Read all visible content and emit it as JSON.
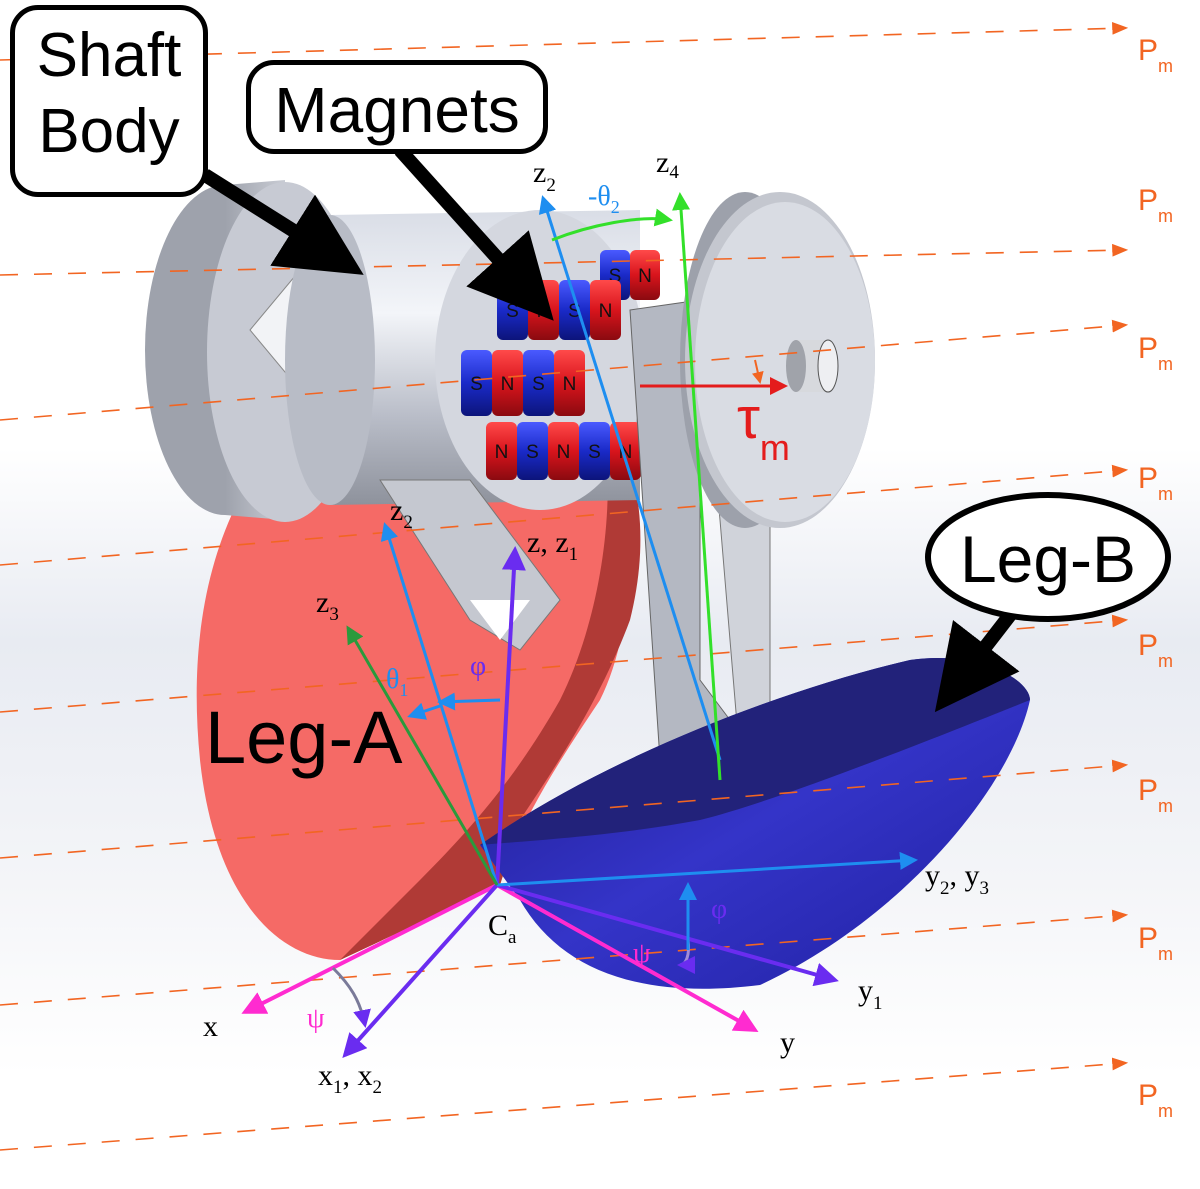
{
  "callouts": {
    "shaft_body": [
      "Shaft",
      "Body"
    ],
    "magnets": "Magnets",
    "leg_b": "Leg-B",
    "leg_a": "Leg-A"
  },
  "field_label": {
    "main": "P",
    "sub": "m"
  },
  "torque_label": {
    "main": "τ",
    "sub": "m"
  },
  "magnet_poles": {
    "row1": [
      "S",
      "N",
      "S",
      "N"
    ],
    "row0": [
      "S",
      "N"
    ],
    "row2": [
      "S",
      "N",
      "S",
      "N"
    ],
    "row3": [
      "N",
      "S",
      "N",
      "S",
      "N"
    ]
  },
  "axes": {
    "x": "x",
    "x1x2": {
      "a": "x",
      "a_sub": "1",
      "sep": ", ",
      "b": "x",
      "b_sub": "2"
    },
    "y": "y",
    "y1": {
      "main": "y",
      "sub": "1"
    },
    "y2y3": {
      "a": "y",
      "a_sub": "2",
      "sep": ", ",
      "b": "y",
      "b_sub": "3"
    },
    "z_z1": {
      "a": "z, z",
      "a_sub": "1"
    },
    "z2_lower": {
      "main": "z",
      "sub": "2"
    },
    "z2_upper": {
      "main": "z",
      "sub": "2"
    },
    "z3": {
      "main": "z",
      "sub": "3"
    },
    "z4": {
      "main": "z",
      "sub": "4"
    },
    "origin": {
      "main": "C",
      "sub": "a"
    }
  },
  "angles": {
    "theta1": {
      "main": "θ",
      "sub": "1"
    },
    "theta2": {
      "main": "-θ",
      "sub": "2"
    },
    "phi": "φ",
    "psi": "ψ"
  },
  "colors": {
    "field": "#f26522",
    "torque": "#e41c1c",
    "x_axis": "#ff2bd0",
    "x1_axis": "#6a2cf0",
    "y2_axis": "#1e8ef0",
    "z3_axis": "#2a9a3c",
    "z4_axis": "#33e02a",
    "leg_a": "#f56a66",
    "leg_b": "#2a2a8c",
    "magnet_n": "#d8141c",
    "magnet_s": "#1a2ac8"
  }
}
